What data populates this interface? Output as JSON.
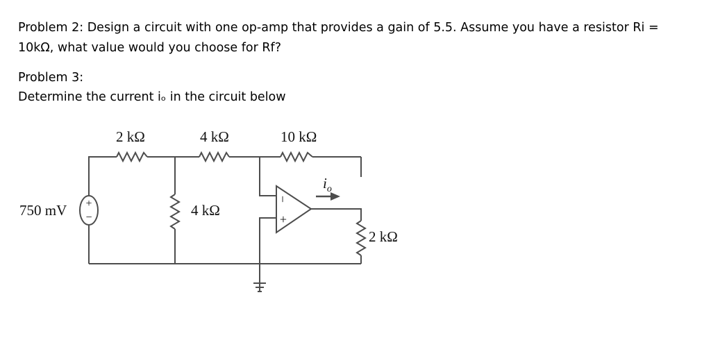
{
  "problem2": {
    "line1": "Problem 2: Design a circuit with one op-amp that provides a gain of 5.5. Assume you have a resistor Ri =",
    "line2": "10kΩ, what value would you choose for Rf?"
  },
  "problem3": {
    "heading": "Problem 3:",
    "prompt": "Determine the current iₒ in the circuit below"
  },
  "circuit": {
    "source_label": "750 mV",
    "source_plus": "+",
    "source_minus": "−",
    "r_series1": "2 kΩ",
    "r_series2": "4 kΩ",
    "r_feedback": "10 kΩ",
    "r_shunt": "4 kΩ",
    "r_load": "2 kΩ",
    "current_label": "i",
    "current_sub": "o",
    "opamp_minus": "−",
    "opamp_plus": "+"
  }
}
